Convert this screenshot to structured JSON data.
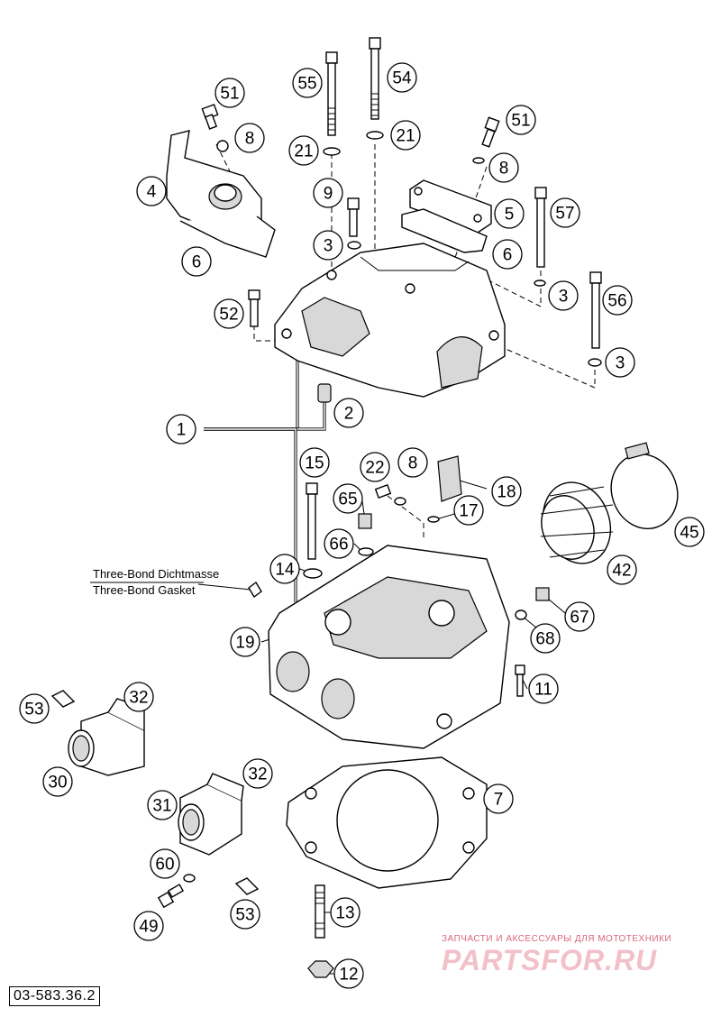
{
  "diagram": {
    "note": {
      "line1": "Three-Bond Dichtmasse",
      "line2": "Three-Bond Gasket"
    },
    "document_id": "03-583.36.2",
    "watermark": {
      "tagline": "ЗАПЧАСТИ И АКСЕССУАРЫ ДЛЯ МОТОТЕХНИКИ",
      "brand": "PARTSFOR.RU",
      "color": "#e07a8a"
    },
    "callouts": [
      {
        "id": "c55",
        "label": "55"
      },
      {
        "id": "c54",
        "label": "54"
      },
      {
        "id": "c51a",
        "label": "51"
      },
      {
        "id": "c8a",
        "label": "8"
      },
      {
        "id": "c21a",
        "label": "21"
      },
      {
        "id": "c21b",
        "label": "21"
      },
      {
        "id": "c51b",
        "label": "51"
      },
      {
        "id": "c8b",
        "label": "8"
      },
      {
        "id": "c4",
        "label": "4"
      },
      {
        "id": "c9",
        "label": "9"
      },
      {
        "id": "c5",
        "label": "5"
      },
      {
        "id": "c57",
        "label": "57"
      },
      {
        "id": "c6a",
        "label": "6"
      },
      {
        "id": "c3a",
        "label": "3"
      },
      {
        "id": "c6b",
        "label": "6"
      },
      {
        "id": "c3b",
        "label": "3"
      },
      {
        "id": "c56",
        "label": "56"
      },
      {
        "id": "c52",
        "label": "52"
      },
      {
        "id": "c3c",
        "label": "3"
      },
      {
        "id": "c2",
        "label": "2"
      },
      {
        "id": "c1",
        "label": "1"
      },
      {
        "id": "c15",
        "label": "15"
      },
      {
        "id": "c22",
        "label": "22"
      },
      {
        "id": "c8c",
        "label": "8"
      },
      {
        "id": "c18",
        "label": "18"
      },
      {
        "id": "c65",
        "label": "65"
      },
      {
        "id": "c17",
        "label": "17"
      },
      {
        "id": "c66",
        "label": "66"
      },
      {
        "id": "c45",
        "label": "45"
      },
      {
        "id": "c14",
        "label": "14"
      },
      {
        "id": "c42",
        "label": "42"
      },
      {
        "id": "c67",
        "label": "67"
      },
      {
        "id": "c19",
        "label": "19"
      },
      {
        "id": "c68",
        "label": "68"
      },
      {
        "id": "c11",
        "label": "11"
      },
      {
        "id": "c53a",
        "label": "53"
      },
      {
        "id": "c32a",
        "label": "32"
      },
      {
        "id": "c30",
        "label": "30"
      },
      {
        "id": "c32b",
        "label": "32"
      },
      {
        "id": "c7",
        "label": "7"
      },
      {
        "id": "c31",
        "label": "31"
      },
      {
        "id": "c60",
        "label": "60"
      },
      {
        "id": "c13",
        "label": "13"
      },
      {
        "id": "c49",
        "label": "49"
      },
      {
        "id": "c53b",
        "label": "53"
      },
      {
        "id": "c12",
        "label": "12"
      }
    ]
  }
}
